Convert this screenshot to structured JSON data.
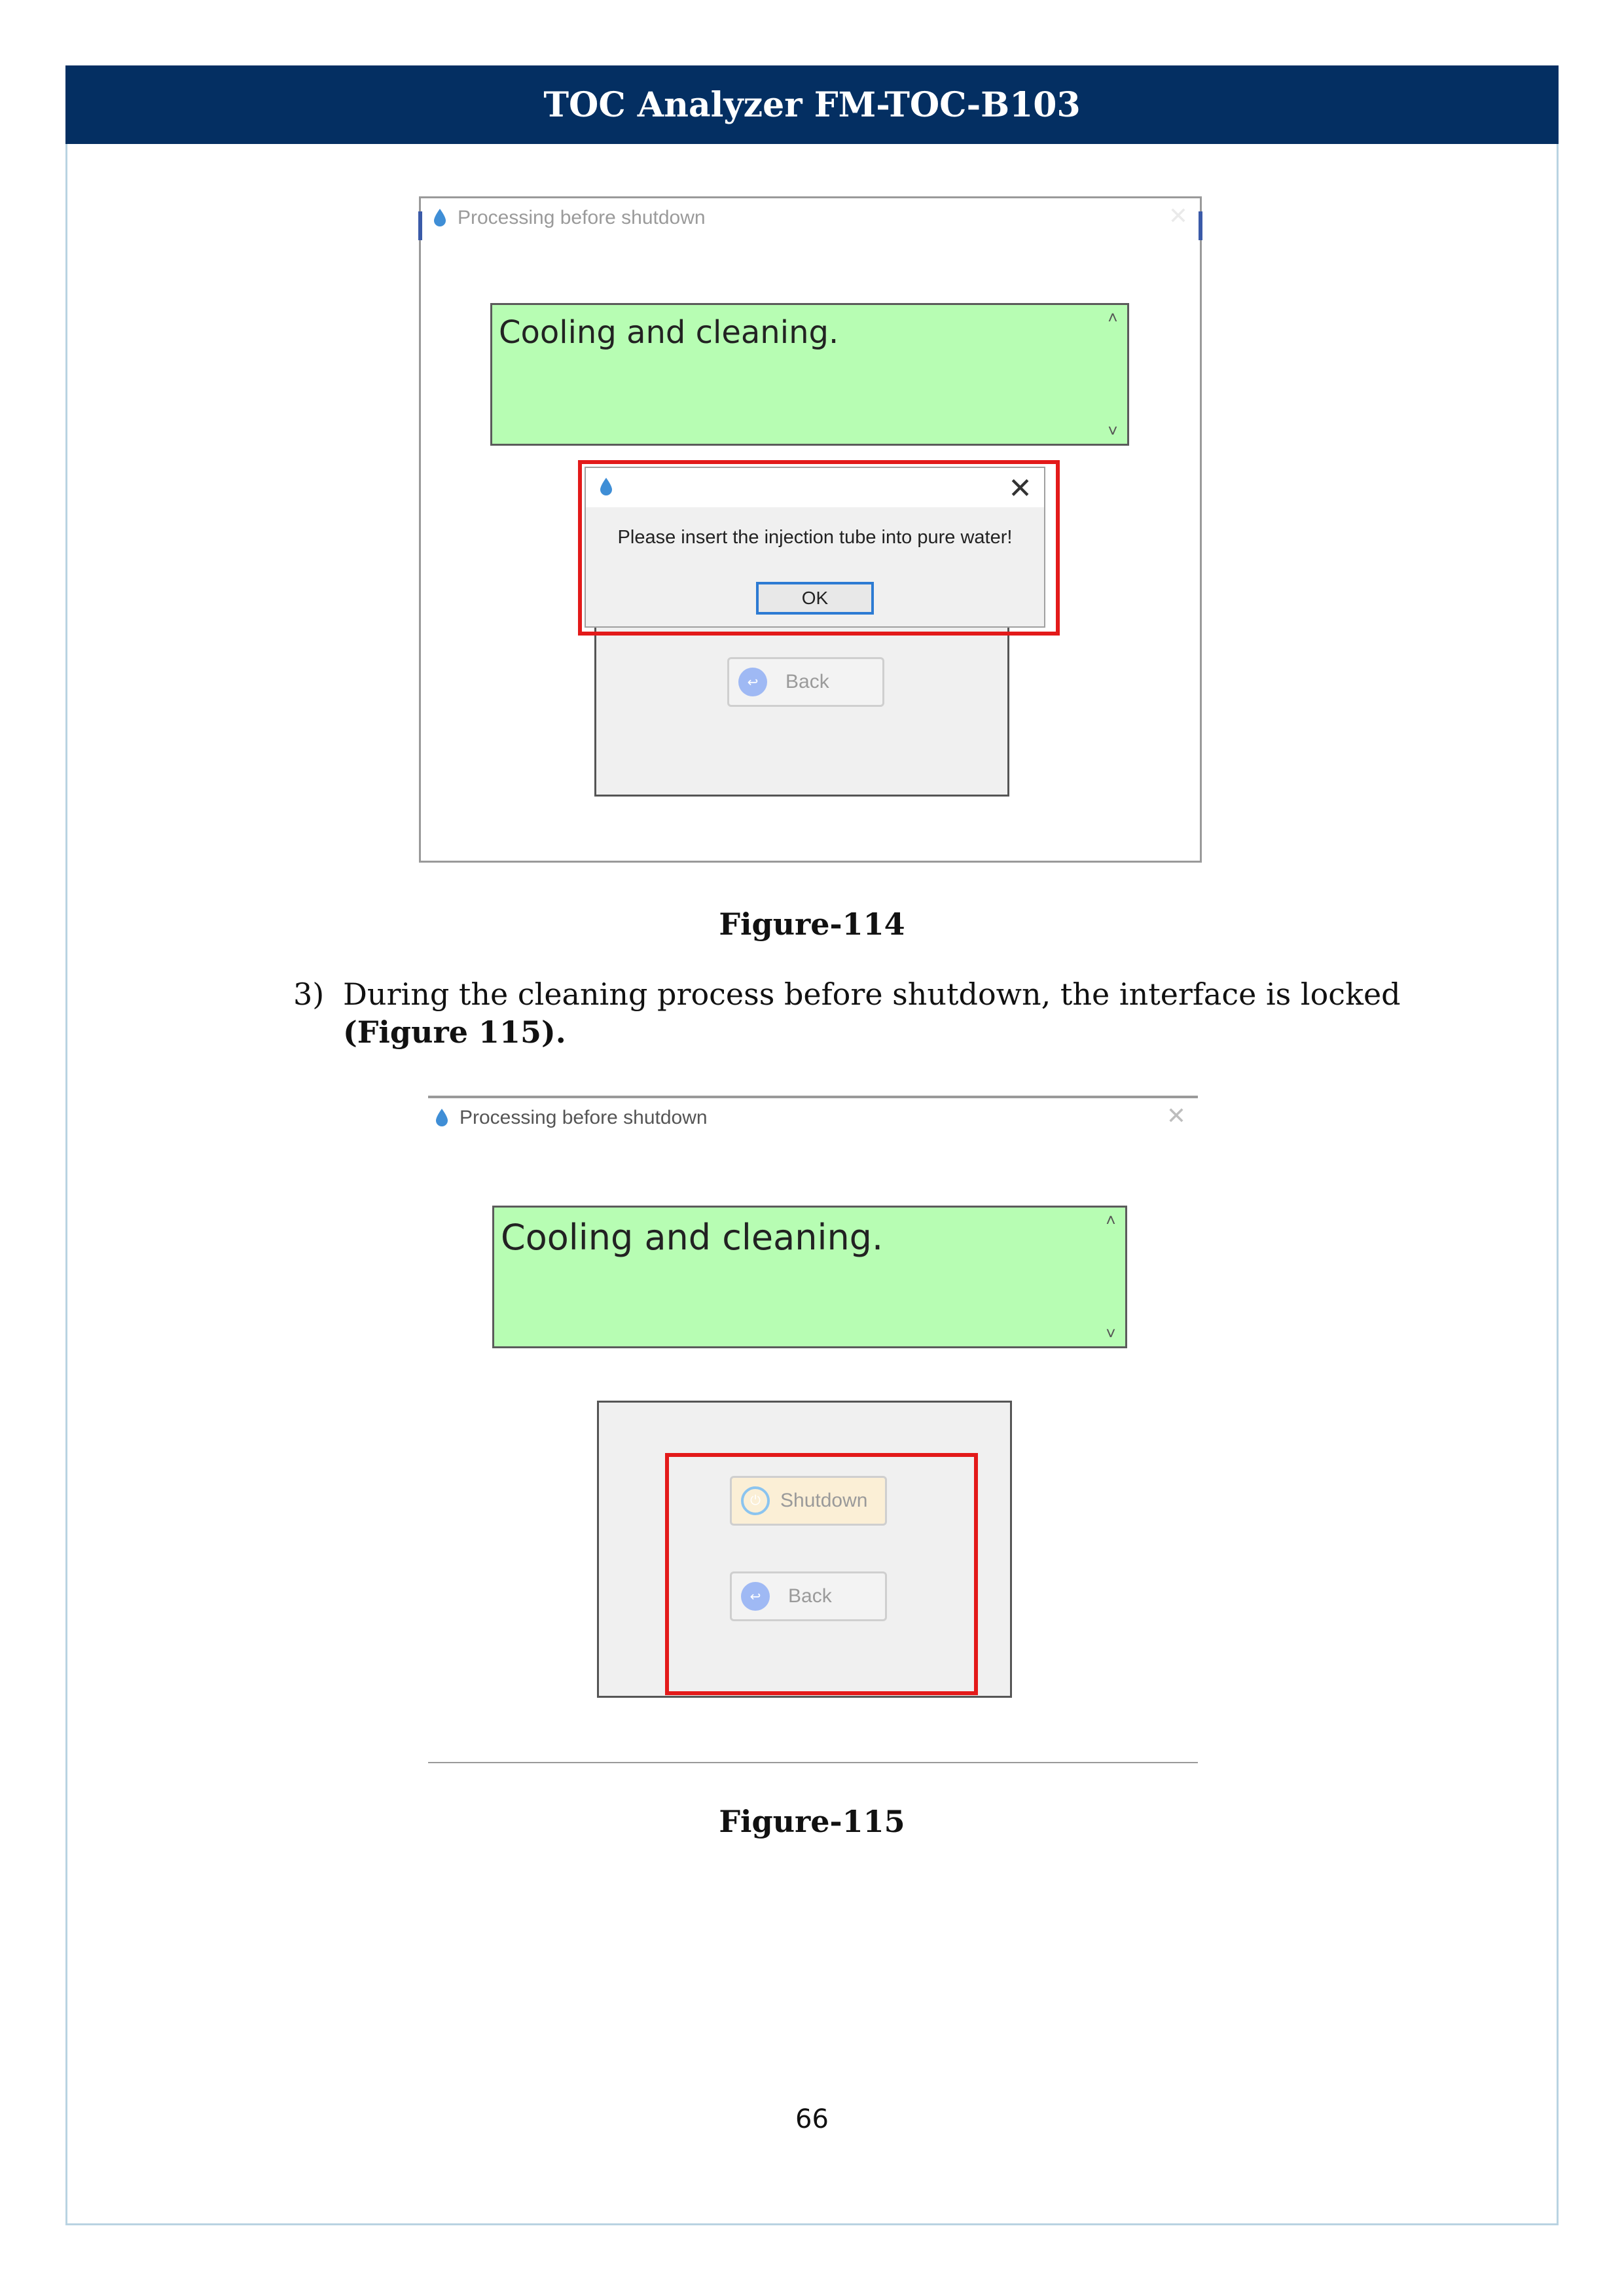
{
  "header": {
    "title": "TOC Analyzer FM-TOC-B103"
  },
  "figure114": {
    "window_title": "Processing before shutdown",
    "message": "Cooling and cleaning.",
    "dialog_message": "Please insert the injection tube into pure water!",
    "dialog_ok": "OK",
    "back_label": "Back",
    "caption": "Figure-114"
  },
  "step3": {
    "number": "3)",
    "text": "During the cleaning process before shutdown, the interface is locked ",
    "bold": "(Figure 115)."
  },
  "figure115": {
    "window_title": "Processing before shutdown",
    "message": "Cooling and cleaning.",
    "shutdown_label": "Shutdown",
    "back_label": "Back",
    "caption": "Figure-115"
  },
  "page_number": "66",
  "colors": {
    "header_bg": "#042f62",
    "message_bg": "#b7fdb3",
    "highlight": "#e31a1a",
    "ok_border": "#2d7bd3"
  },
  "icons": {
    "app": "water-drop-icon",
    "close": "close-icon",
    "scroll_up": "chevron-up-icon",
    "scroll_down": "chevron-down-icon",
    "back": "back-icon",
    "shutdown": "power-icon"
  }
}
